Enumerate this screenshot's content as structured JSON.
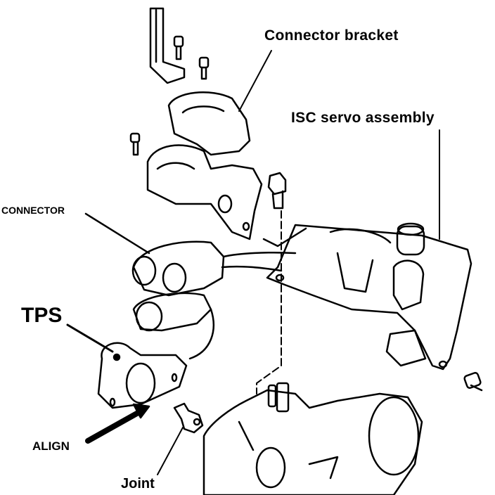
{
  "diagram": {
    "type": "exploded-parts-diagram",
    "labels": {
      "connector_bracket": "Connector bracket",
      "isc_servo_assembly": "ISC servo assembly",
      "connector": "CONNECTOR",
      "tps": "TPS",
      "align": "ALIGN",
      "joint": "Joint"
    },
    "colors": {
      "ink": "#000000",
      "paper": "#ffffff"
    }
  }
}
